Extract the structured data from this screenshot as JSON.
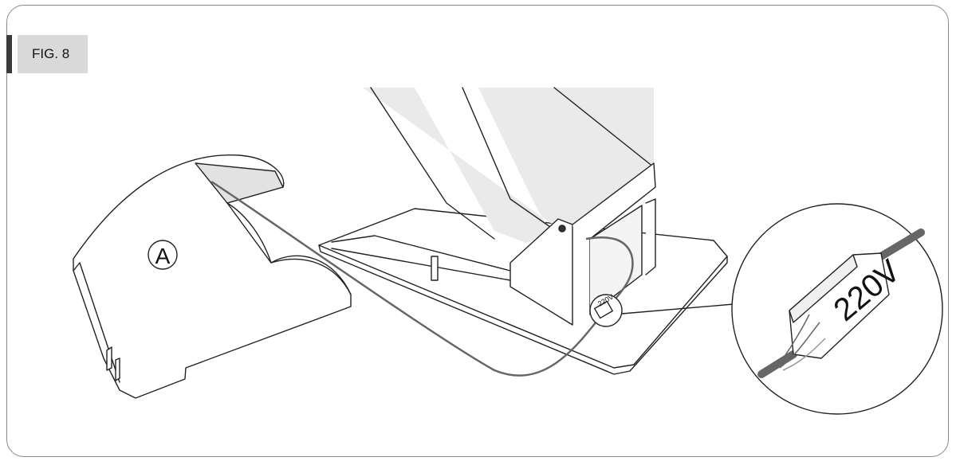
{
  "figure": {
    "label": "FIG. 8"
  },
  "callouts": {
    "part_a": "A",
    "voltage_small": "220V",
    "voltage_zoom": "220V"
  },
  "colors": {
    "outline": "#222222",
    "panel_gray": "#d9d9d9",
    "cable": "#666666"
  }
}
